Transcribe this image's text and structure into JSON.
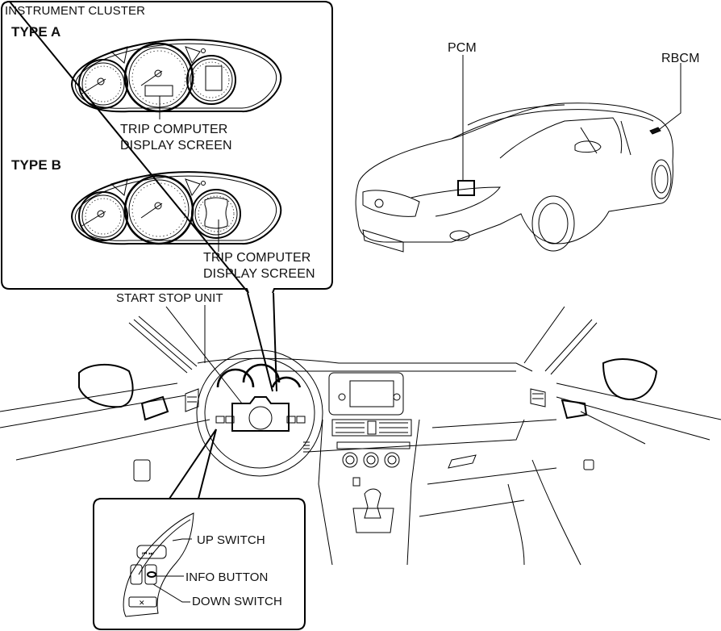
{
  "diagram": {
    "cluster_box": {
      "title": "INSTRUMENT CLUSTER",
      "type_a": {
        "label": "TYPE A",
        "callout": [
          "TRIP COMPUTER",
          "DISPLAY SCREEN"
        ]
      },
      "type_b": {
        "label": "TYPE B",
        "callout": [
          "TRIP COMPUTER",
          "DISPLAY SCREEN"
        ]
      }
    },
    "car_callouts": {
      "pcm": "PCM",
      "rbcm": "RBCM"
    },
    "dashboard_callouts": {
      "start_stop_unit": "START STOP UNIT"
    },
    "switch_box": {
      "up_switch": "UP SWITCH",
      "info_button": "INFO BUTTON",
      "down_switch": "DOWN SWITCH"
    }
  }
}
